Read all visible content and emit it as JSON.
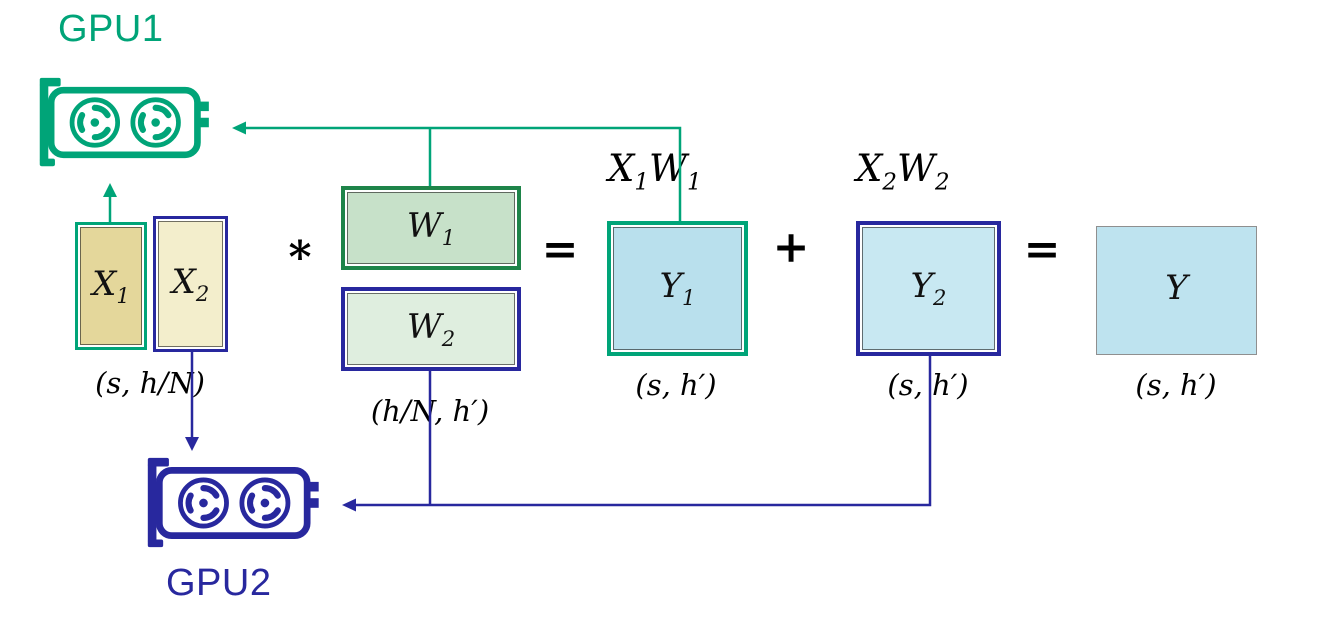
{
  "colors": {
    "green": "#00A478",
    "dark-green": "#1E8449",
    "navy": "#28289E",
    "x1-fill": "#E4D79B",
    "x2-fill": "#F3EECC",
    "w1-fill": "#C7E1C9",
    "w2-fill": "#DFEEDF",
    "y1-fill": "#B9E0ED",
    "y2-fill": "#C8E8F2",
    "y-fill": "#BEE3EF"
  },
  "gpus": {
    "gpu1": {
      "label": "GPU1",
      "icon": "gpu-card-icon"
    },
    "gpu2": {
      "label": "GPU2",
      "icon": "gpu-card-icon"
    }
  },
  "matrices": {
    "x1": {
      "label": "X",
      "sub": "1"
    },
    "x2": {
      "label": "X",
      "sub": "2"
    },
    "w1": {
      "label": "W",
      "sub": "1"
    },
    "w2": {
      "label": "W",
      "sub": "2"
    },
    "y1": {
      "label": "Y",
      "sub": "1"
    },
    "y2": {
      "label": "Y",
      "sub": "2"
    },
    "y": {
      "label": "Y",
      "sub": ""
    }
  },
  "dims": {
    "x": "(s, h/N)",
    "w": "(h/N, h′)",
    "y1": "(s, h′)",
    "y2": "(s, h′)",
    "y": "(s, h′)"
  },
  "operators": {
    "times": "*",
    "equals1": "=",
    "plus": "+",
    "equals2": "="
  },
  "products": {
    "p1": {
      "a": "X",
      "a_sub": "1",
      "b": "W",
      "b_sub": "1"
    },
    "p2": {
      "a": "X",
      "a_sub": "2",
      "b": "W",
      "b_sub": "2"
    }
  }
}
